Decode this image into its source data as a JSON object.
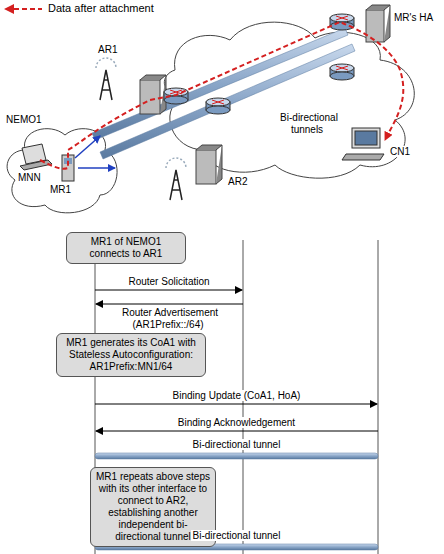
{
  "diagram": {
    "nodes": [
      {
        "text": [
          "MR1 of NEMO1 connects to AR1"
        ]
      },
      {
        "text": [
          "MR1 generates its CoA1 with Stateless Autoconfiguration: AR1Prefix:MN1/64"
        ]
      },
      {
        "text": [
          "MR1 repeats above steps with its other interface to connect to AR2, establishing another independent bi-directional tunnel"
        ]
      }
    ],
    "labels": [
      "AR1",
      "MR's HA",
      "Bi-directional tunnels",
      "NEMO1",
      "MNN",
      "MR1",
      "AR2",
      "CN1",
      "Router Solicitation",
      "Router Advertisement (AR1Prefix::/64)",
      "Binding Update (CoA1, HoA)",
      "Binding Acknowledgement",
      "Bi-directional tunnel",
      "Bi-directional tunnel"
    ],
    "legend": [
      {
        "text": "Data after attachment"
      }
    ]
  }
}
